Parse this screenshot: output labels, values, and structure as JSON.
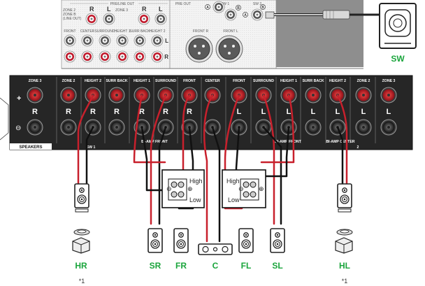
{
  "preline_out": {
    "header": "PRE/LINE OUT",
    "zone2_label": "ZONE 2",
    "zone2_sub1": "ZONE B",
    "zone2_sub2": "(LINE OUT)",
    "zone3_label": "ZONE 3",
    "r": "R",
    "l": "L"
  },
  "pre_out": {
    "header": "PRE OUT",
    "sw1": "SW 1",
    "sw2": "SW 2",
    "a": "A",
    "b": "B",
    "front_r": "FRONT R",
    "front_l": "FRONT L"
  },
  "rca_row": [
    "FRONT",
    "CENTER",
    "SURROUND",
    "HEIGHT 1",
    "SURR BACK",
    "HEIGHT 2"
  ],
  "subwoofer_label": "SW",
  "speaker_panel": {
    "left_labels": [
      "ZONE 3",
      "ZONE 2",
      "HEIGHT 2",
      "SURR BACK",
      "HEIGHT 1",
      "SURROUND",
      "FRONT"
    ],
    "center_label": "CENTER",
    "right_labels": [
      "FRONT",
      "SURROUND",
      "HEIGHT 1",
      "SURR BACK",
      "HEIGHT 2",
      "ZONE 2",
      "ZONE 3"
    ],
    "speakers_label": "SPEAKERS",
    "sw1_label": "SW 1",
    "sw2_label": "2",
    "biamp_front": "BI-AMP FRONT",
    "biamp_center": "BI-AMP CENTER",
    "r": "R",
    "l": "L",
    "plus": "+",
    "minus": "⊖"
  },
  "biamp_boxes": {
    "right": {
      "high": "High",
      "low": "Low"
    },
    "left": {
      "high": "High",
      "low": "Low"
    }
  },
  "speakers": {
    "hr": "HR",
    "sr": "SR",
    "fr": "FR",
    "c": "C",
    "fl": "FL",
    "sl": "SL",
    "hl": "HL"
  },
  "footnote_left": "*1",
  "footnote_right": "*1",
  "colors": {
    "speaker_label": "#1aa53c",
    "panel": "#262626",
    "terminal_red": "#c8202c",
    "grey_panel": "#e6e6e6"
  }
}
